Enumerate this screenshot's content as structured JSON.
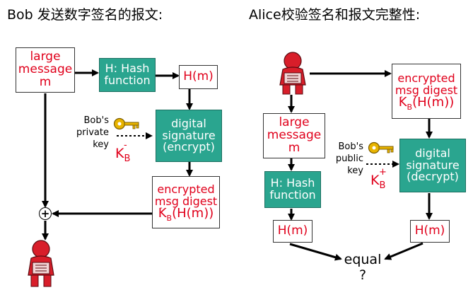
{
  "left": {
    "title": "Bob 发送数字签名的报文:",
    "message_box": [
      "large",
      "message",
      "m"
    ],
    "hash_box": [
      "H: Hash",
      "function"
    ],
    "hm_box": "H(m)",
    "sig_box": [
      "digital",
      "signature",
      "(encrypt)"
    ],
    "digest_box": [
      "encrypted",
      "msg digest"
    ],
    "key_label": [
      "Bob's",
      "private",
      "key"
    ]
  },
  "right": {
    "title": "Alice校验签名和报文完整性:",
    "digest_box": [
      "encrypted",
      "msg digest"
    ],
    "message_box": [
      "large",
      "message",
      "m"
    ],
    "hash_box": [
      "H: Hash",
      "function"
    ],
    "sig_box": [
      "digital",
      "signature",
      "(decrypt)"
    ],
    "hm_left": "H(m)",
    "hm_right": "H(m)",
    "key_label": [
      "Bob's",
      "public",
      "key"
    ],
    "equal": [
      "equal",
      "?"
    ]
  },
  "symbols": {
    "k": "K",
    "b": "B",
    "minus": "-",
    "plus": "+",
    "hm_formula": "(H(m))"
  },
  "colors": {
    "box_red_text": "#e0001b",
    "box_green_fill": "#2aa58f",
    "key_gold": "#e8b400",
    "person_red": "#d81e2a"
  },
  "icons": [
    "key-icon",
    "person-icon",
    "plus-circle-icon"
  ]
}
